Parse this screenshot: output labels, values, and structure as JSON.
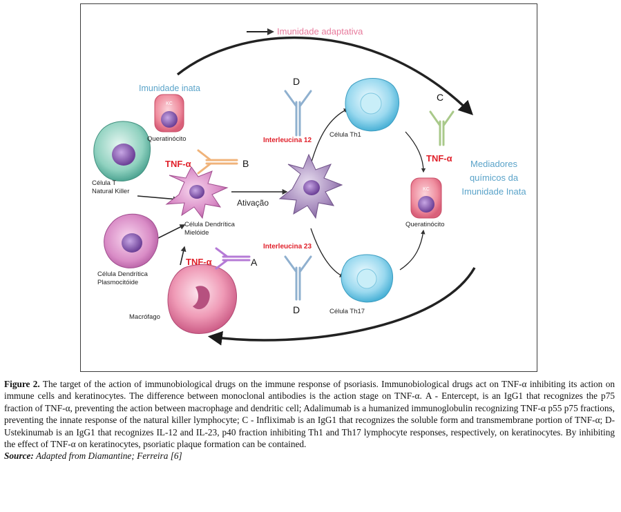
{
  "diagram": {
    "labels": {
      "imunidade_adaptativa": "Imunidade adaptativa",
      "imunidade_inata": "Imunidade inata",
      "queratinocito_top": "Queratinócito",
      "queratinocito_right": "Queratinócito",
      "kc": "KC",
      "celula_t_nk_1": "Célula T",
      "celula_t_nk_2": "Natural Killer",
      "celula_dendritica_mieloide_1": "Célula Dendrítica",
      "celula_dendritica_mieloide_2": "Mielóide",
      "celula_dendritica_plasmocitoide_1": "Célula Dendrítica",
      "celula_dendritica_plasmocitoide_2": "Plasmocitóide",
      "macrofago": "Macrófago",
      "ativacao": "Ativação",
      "interleucina_12": "Interleucina 12",
      "interleucina_23": "Interleucina 23",
      "celula_th1": "Célula Th1",
      "celula_th17": "Célula Th17",
      "mediadores_1": "Mediadores",
      "mediadores_2": "químicos da",
      "mediadores_3": "Imunidade Inata",
      "tnf_b": "TNF-α",
      "tnf_a": "TNF-α",
      "tnf_c": "TNF-α",
      "letter_a": "A",
      "letter_b": "B",
      "letter_c": "C",
      "letter_d_top": "D",
      "letter_d_bottom": "D"
    },
    "colors": {
      "accent_red": "#e0202a",
      "pink_label": "#e77a9c",
      "blue_label": "#5aa3c9",
      "antibody_blue": "#8fb0cf",
      "antibody_green": "#a9c98a",
      "antibody_orange": "#f0b37a",
      "antibody_purple": "#b57ad6"
    }
  },
  "caption": {
    "figure_label": "Figure 2.",
    "text": " The target of the action of immunobiological drugs on the immune response of psoriasis. Immunobiological drugs act on TNF-α inhibiting its action on immune cells and keratinocytes. The difference between monoclonal antibodies is the action stage on TNF-α. A - Entercept, is an IgG1 that recognizes the p75 fraction of TNF-α, preventing the action between macrophage and dendritic cell; Adalimumab is a humanized immunoglobulin recognizing TNF-α p55 p75 fractions, preventing the innate response of the natural killer lymphocyte; C - Infliximab is an IgG1 that recognizes the soluble form and transmembrane portion of TNF-α; D-Ustekinumab is an IgG1 that recognizes IL-12 and IL-23, p40 fraction inhibiting Th1 and Th17 lymphocyte responses, respectively, on keratinocytes. By inhibiting the effect of TNF-α on keratinocytes, psoriatic plaque formation can be contained.",
    "source_label": "Source:",
    "source_text": " Adapted from Diamantine; Ferreira [6]"
  }
}
